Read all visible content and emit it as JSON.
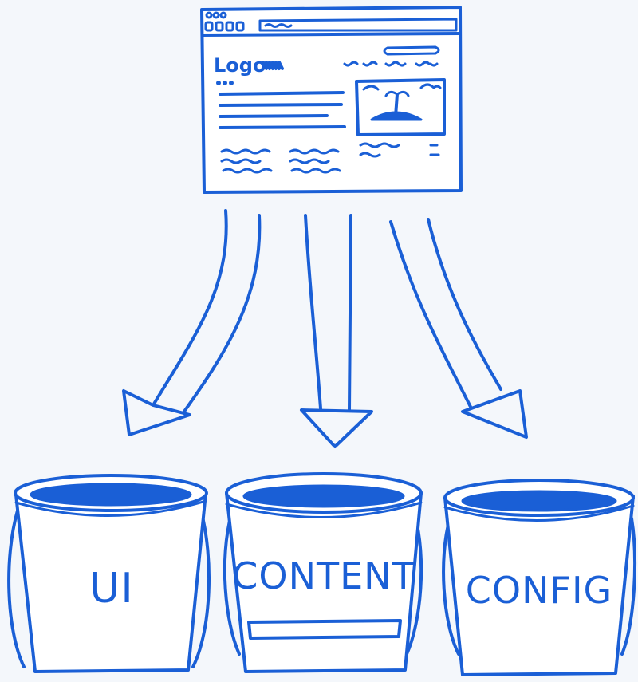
{
  "mockup": {
    "logo_text": "Logo"
  },
  "buckets": [
    {
      "label": "UI"
    },
    {
      "label": "CONTENT"
    },
    {
      "label": "CONFIG"
    }
  ],
  "colors": {
    "ink": "#1a5fd6",
    "background": "#f4f7fb",
    "paper": "#ffffff"
  }
}
